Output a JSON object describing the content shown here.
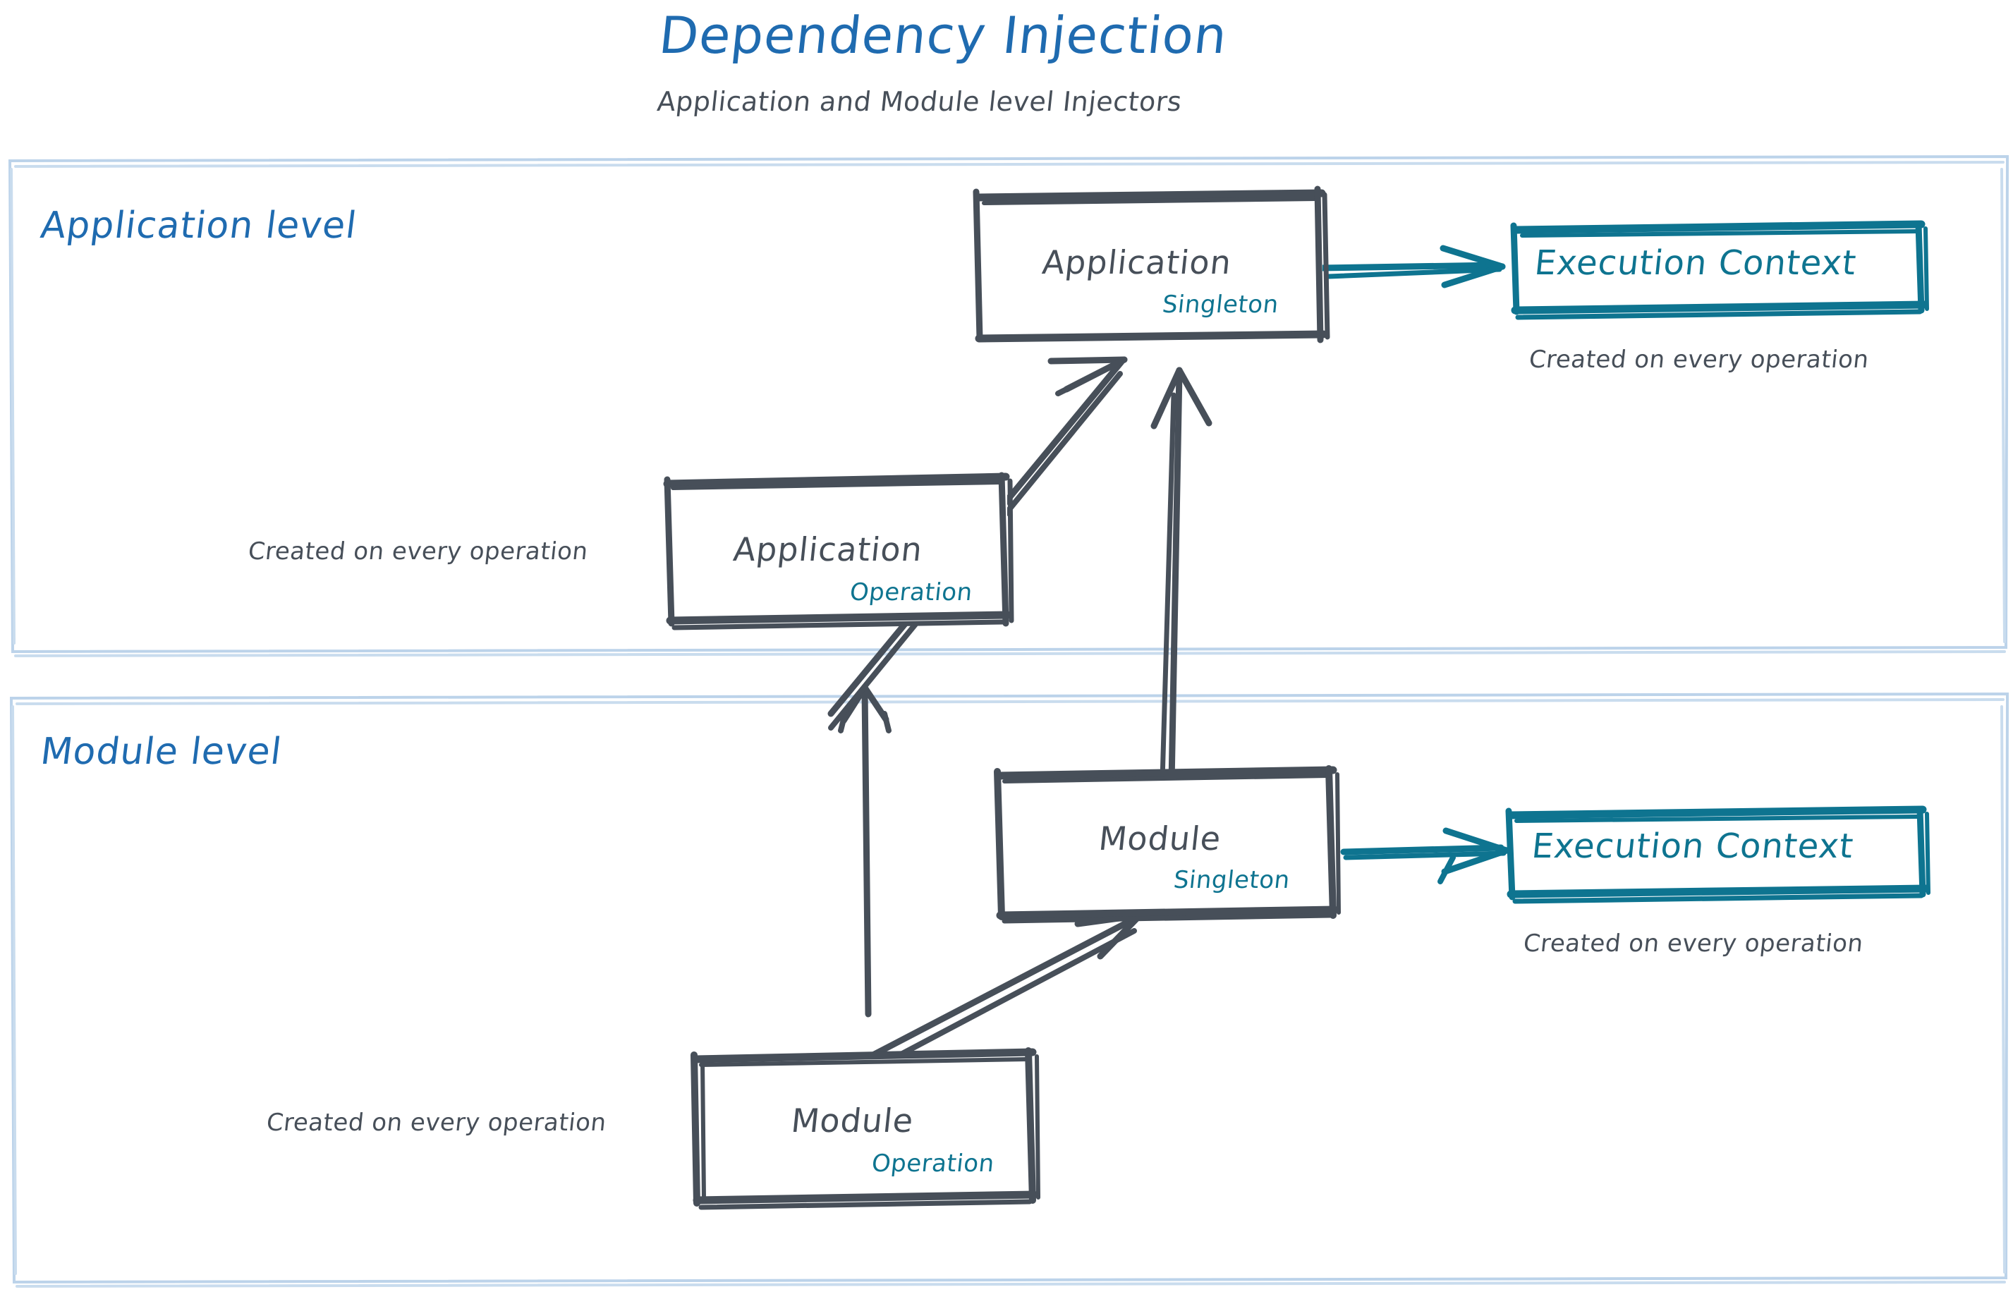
{
  "header": {
    "title": "Dependency Injection",
    "subtitle": "Application and Module level Injectors",
    "title_color": "#1f6bb0",
    "subtitle_color": "#474f59"
  },
  "colors": {
    "accent_blue": "#1f6bb0",
    "panel_border": "#bcd3ea",
    "node_stroke": "#474f59",
    "teal": "#0e7490",
    "background": "#ffffff"
  },
  "sections": [
    {
      "id": "application-level",
      "label": "Application level",
      "nodes": [
        {
          "id": "application-singleton",
          "title": "Application",
          "scope": "Singleton",
          "style": "slate-box"
        },
        {
          "id": "application-execution-context",
          "title": "Execution Context",
          "scope": "",
          "style": "teal-box"
        },
        {
          "id": "application-operation",
          "title": "Application",
          "scope": "Operation",
          "style": "slate-box"
        }
      ],
      "notes": [
        {
          "id": "note-app-exec-context",
          "text": "Created on every operation"
        },
        {
          "id": "note-app-operation",
          "text": "Created on every operation"
        }
      ]
    },
    {
      "id": "module-level",
      "label": "Module level",
      "nodes": [
        {
          "id": "module-singleton",
          "title": "Module",
          "scope": "Singleton",
          "style": "slate-box"
        },
        {
          "id": "module-execution-context",
          "title": "Execution Context",
          "scope": "",
          "style": "teal-box"
        },
        {
          "id": "module-operation",
          "title": "Module",
          "scope": "Operation",
          "style": "slate-box"
        }
      ],
      "notes": [
        {
          "id": "note-module-exec-context",
          "text": "Created on every operation"
        },
        {
          "id": "note-module-operation",
          "text": "Created on every operation"
        }
      ]
    }
  ],
  "edges": [
    {
      "id": "edge-app-singleton-to-exec-context",
      "from": "application-singleton",
      "to": "application-execution-context",
      "color": "#0e7490",
      "direction": "right"
    },
    {
      "id": "edge-app-operation-to-app-singleton",
      "from": "application-operation",
      "to": "application-singleton",
      "color": "#474f59",
      "direction": "up-right"
    },
    {
      "id": "edge-module-singleton-to-app-singleton",
      "from": "module-singleton",
      "to": "application-singleton",
      "color": "#474f59",
      "direction": "up"
    },
    {
      "id": "edge-module-singleton-to-exec-context",
      "from": "module-singleton",
      "to": "module-execution-context",
      "color": "#0e7490",
      "direction": "right"
    },
    {
      "id": "edge-module-operation-to-module-singleton",
      "from": "module-operation",
      "to": "module-singleton",
      "color": "#474f59",
      "direction": "up-right"
    },
    {
      "id": "edge-module-operation-to-app-operation",
      "from": "module-operation",
      "to": "application-operation",
      "color": "#474f59",
      "direction": "up"
    }
  ]
}
